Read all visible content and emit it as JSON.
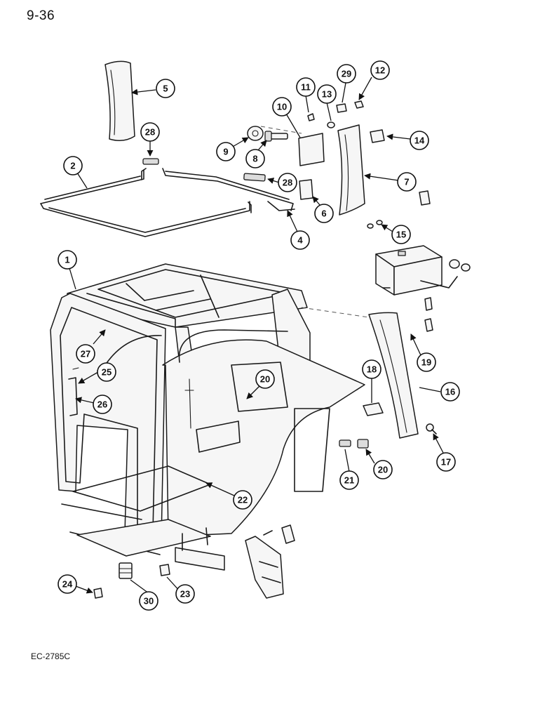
{
  "page": {
    "number": "9-36",
    "figure_code": "EC-2785C"
  },
  "callouts": {
    "c1": "1",
    "c2": "2",
    "c4": "4",
    "c5": "5",
    "c6": "6",
    "c7": "7",
    "c8": "8",
    "c9": "9",
    "c10": "10",
    "c11": "11",
    "c12": "12",
    "c13": "13",
    "c14": "14",
    "c15": "15",
    "c16": "16",
    "c17": "17",
    "c18": "18",
    "c19": "19",
    "c20a": "20",
    "c20b": "20",
    "c21": "21",
    "c22": "22",
    "c23": "23",
    "c24": "24",
    "c25": "25",
    "c26": "26",
    "c27": "27",
    "c28a": "28",
    "c28b": "28",
    "c29": "29",
    "c30": "30"
  }
}
